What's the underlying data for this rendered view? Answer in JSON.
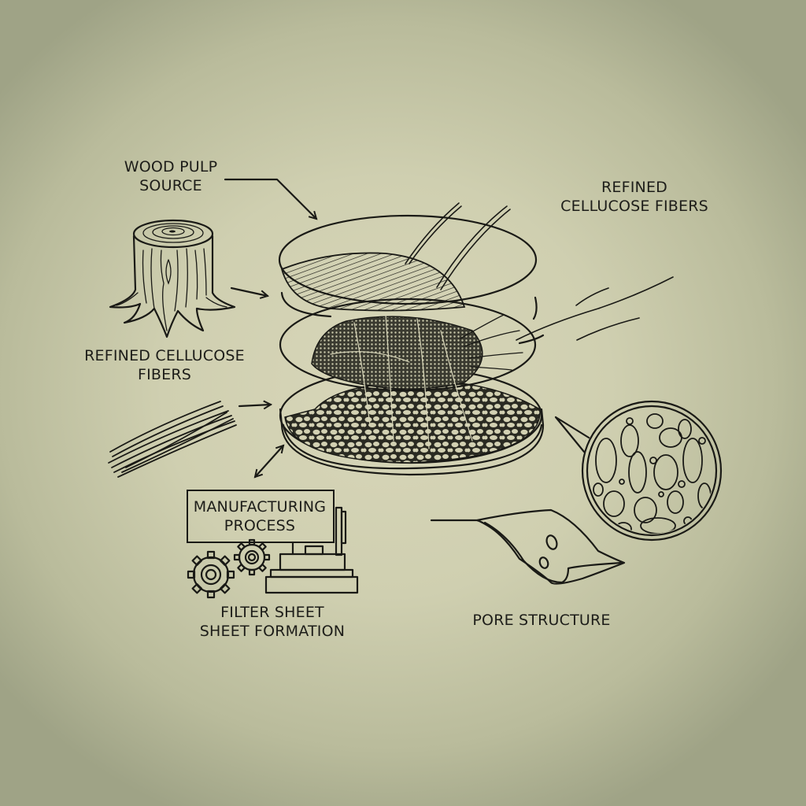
{
  "diagram": {
    "type": "exploded-layer technical illustration",
    "subject": "filter sheet composition and manufacturing",
    "colors": {
      "background_center": "#d8d6b9",
      "background_edge": "#9fa386",
      "ink": "#1a1a16"
    },
    "labels": {
      "wood_pulp": {
        "line1": "WOOD PULP",
        "line2": "SOURCE"
      },
      "refined_top_right": {
        "line1": "REFINED",
        "line2": "CELLUCOSE FIBERS"
      },
      "refined_left": {
        "line1": "REFINED CELLUCOSE",
        "line2": "FIBERS"
      },
      "manufacturing": {
        "line1": "MANUFACTURING",
        "line2": "PROCESS"
      },
      "filter_sheet": {
        "line1": "FILTER SHEET",
        "line2": "SHEET FORMATION"
      },
      "pore_structure": {
        "line1": "PORE STRUCTURE"
      }
    },
    "elements": [
      {
        "name": "tree-stump-icon",
        "role": "wood pulp source illustration"
      },
      {
        "name": "fiber-bundle-icon",
        "role": "refined cellulose fibers"
      },
      {
        "name": "layered-filter-disc",
        "layers": [
          "parallel fiber layer",
          "dense fiber mat layer",
          "porous network base layer"
        ]
      },
      {
        "name": "gears-machine-icon",
        "role": "manufacturing equipment"
      },
      {
        "name": "pore-magnifier-circle",
        "role": "magnified pore network"
      },
      {
        "name": "curled-sheet-icon",
        "role": "cross-section of filter sheet with pores"
      }
    ]
  }
}
